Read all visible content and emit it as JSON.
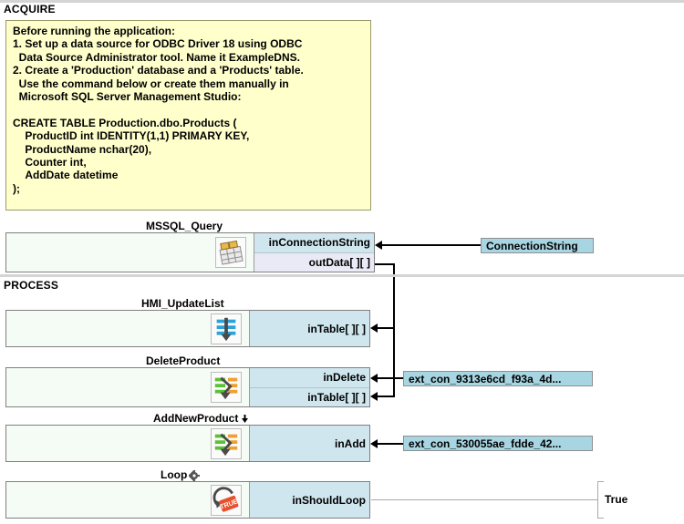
{
  "sections": [
    {
      "name": "acquire",
      "label": "ACQUIRE"
    },
    {
      "name": "process",
      "label": "PROCESS"
    }
  ],
  "note": {
    "text": "Before running the application:\n1. Set up a data source for ODBC Driver 18 using ODBC\n  Data Source Administrator tool. Name it ExampleDNS.\n2. Create a 'Production' database and a 'Products' table.\n  Use the command below or create them manually in\n  Microsoft SQL Server Management Studio:\n\nCREATE TABLE Production.dbo.Products (\n    ProductID int IDENTITY(1,1) PRIMARY KEY,\n    ProductName nchar(20),\n    Counter int,\n    AddDate datetime\n);",
    "background": "#ffffcc",
    "border": "#9a9a6a"
  },
  "blocks": [
    {
      "id": "mssql_query",
      "title": "MSSQL_Query",
      "title_badge": "",
      "icon": "database-table-icon",
      "ports": [
        {
          "name": "inConnectionString",
          "label": "inConnectionString",
          "kind": "in"
        },
        {
          "name": "outData",
          "label": "outData[ ][ ]",
          "kind": "out"
        }
      ]
    },
    {
      "id": "hmi_updatelist",
      "title": "HMI_UpdateList",
      "title_badge": "",
      "icon": "update-list-icon",
      "ports": [
        {
          "name": "inTable",
          "label": "inTable[ ][ ]",
          "kind": "in"
        }
      ]
    },
    {
      "id": "deleteproduct",
      "title": "DeleteProduct",
      "title_badge": "",
      "icon": "transform-arrow-icon",
      "ports": [
        {
          "name": "inDelete",
          "label": "inDelete",
          "kind": "in"
        },
        {
          "name": "inTable",
          "label": "inTable[ ][ ]",
          "kind": "in"
        }
      ]
    },
    {
      "id": "addnewproduct",
      "title": "AddNewProduct",
      "title_badge": "down-arrow-icon",
      "icon": "transform-arrow-icon",
      "ports": [
        {
          "name": "inAdd",
          "label": "inAdd",
          "kind": "in"
        }
      ]
    },
    {
      "id": "loop",
      "title": "Loop",
      "title_badge": "gear-icon",
      "icon": "loop-true-icon",
      "ports": [
        {
          "name": "inShouldLoop",
          "label": "inShouldLoop",
          "kind": "in"
        }
      ]
    }
  ],
  "ext_tags": [
    {
      "id": "connection_string",
      "label": "ConnectionString",
      "target": "inConnectionString"
    },
    {
      "id": "ext_con_9313",
      "label": "ext_con_9313e6cd_f93a_4d...",
      "target": "inDelete"
    },
    {
      "id": "ext_con_5300",
      "label": "ext_con_530055ae_fdde_42...",
      "target": "inAdd"
    }
  ],
  "constants": [
    {
      "id": "loop_true",
      "label": "True",
      "target": "inShouldLoop"
    }
  ],
  "colors": {
    "input_port": "#cfe6ee",
    "output_port": "#eaeaf6",
    "block_body": "#f5fbf5",
    "ext_tag": "#a8d5e2",
    "note": "#ffffcc",
    "wire": "#000000",
    "divider": "#d4d4d4"
  }
}
